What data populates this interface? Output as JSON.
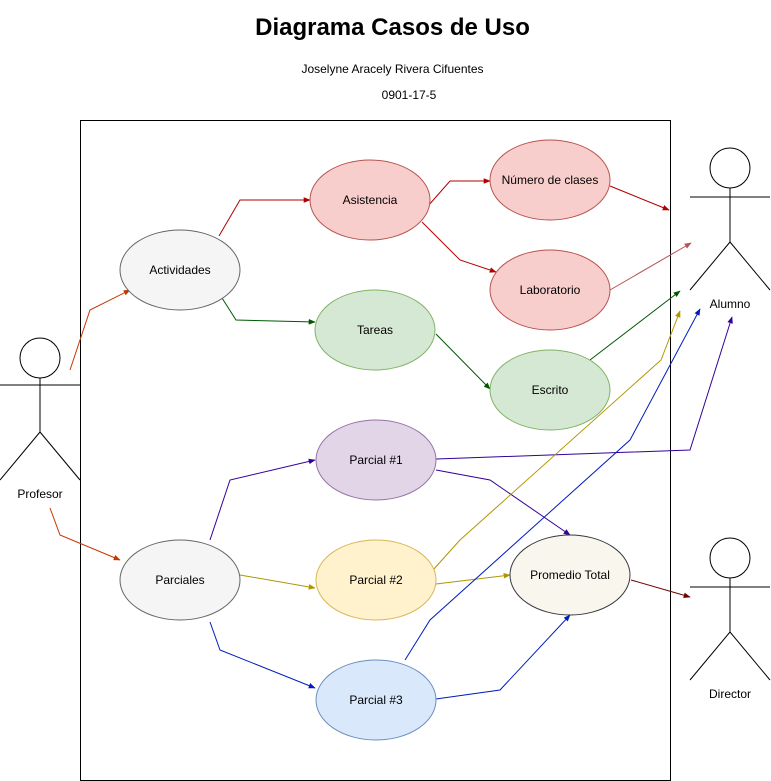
{
  "title": "Diagrama Casos de Uso",
  "author": "Joselyne Aracely Rivera Cifuentes",
  "code": "0901-17-5",
  "actors": {
    "profesor": "Profesor",
    "alumno": "Alumno",
    "director": "Director"
  },
  "use_cases": {
    "actividades": "Actividades",
    "asistencia": "Asistencia",
    "numero_clases": "Número de clases",
    "laboratorio": "Laboratorio",
    "tareas": "Tareas",
    "escrito": "Escrito",
    "parciales": "Parciales",
    "parcial1": "Parcial #1",
    "parcial2": "Parcial #2",
    "parcial3": "Parcial #3",
    "promedio_total": "Promedio Total"
  },
  "colors": {
    "red_fill": "#f8cecc",
    "red_stroke": "#b85450",
    "red_arrow": "#b20000",
    "green_fill": "#d5e8d4",
    "green_stroke": "#82b366",
    "green_arrow": "#005700",
    "gray_fill": "#f5f5f5",
    "gray_stroke": "#666666",
    "purple_fill": "#e1d5e7",
    "purple_stroke": "#9673a6",
    "purple_arrow": "#330099",
    "yellow_fill": "#fff2cc",
    "yellow_stroke": "#d6b656",
    "yellow_arrow": "#b09500",
    "blue_fill": "#dae8fc",
    "blue_stroke": "#6c8ebf",
    "blue_arrow": "#001dbc",
    "cream_fill": "#f9f7ed",
    "cream_stroke": "#36393d",
    "orange_arrow": "#c73500",
    "maroon_arrow": "#6f0000"
  }
}
